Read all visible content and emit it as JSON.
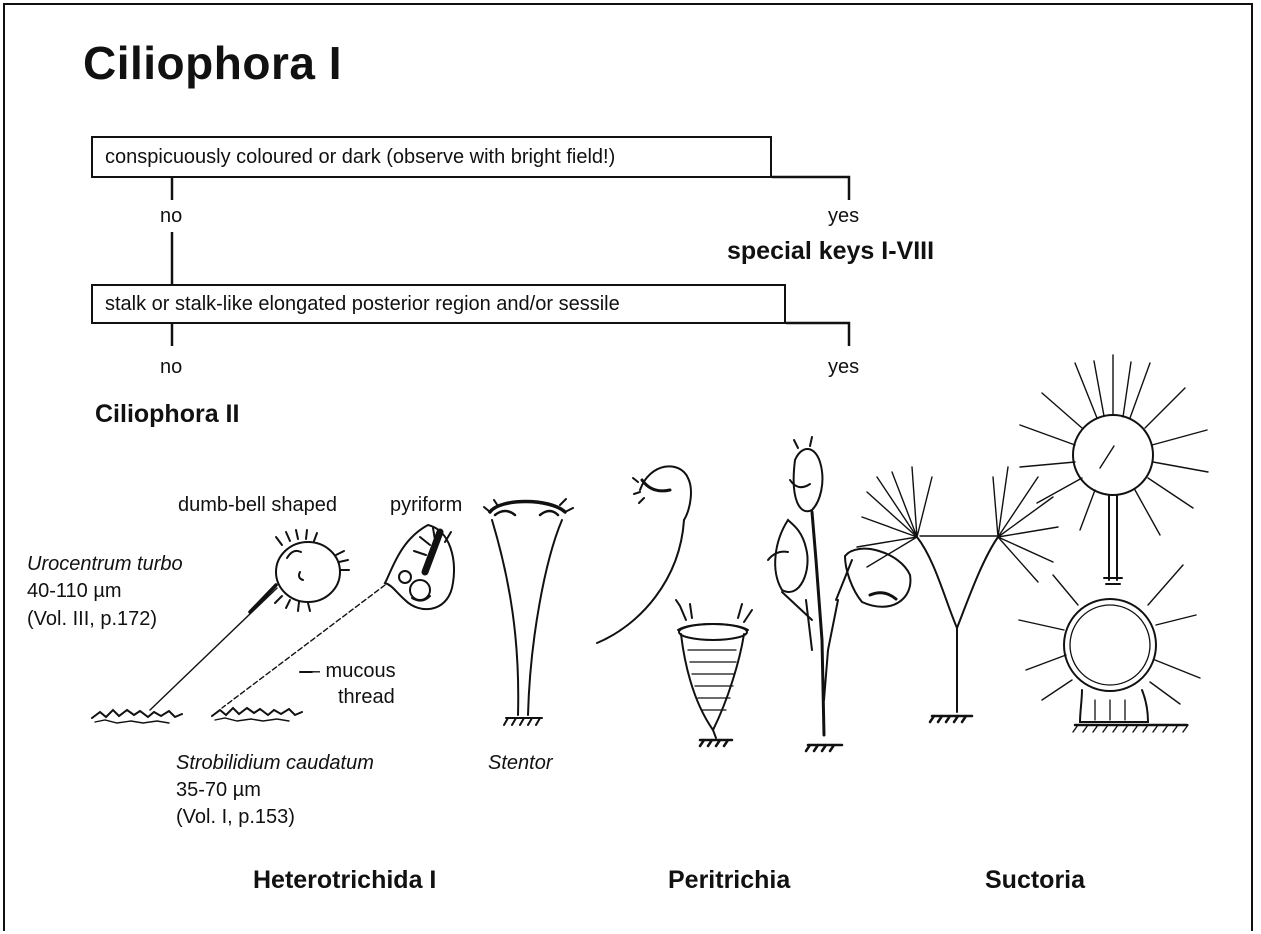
{
  "title": "Ciliophora I",
  "key": {
    "q1": "conspicuously coloured or dark (observe with bright field!)",
    "q1_no": "no",
    "q1_yes": "yes",
    "q1_yes_result": "special keys I-VIII",
    "q2": "stalk or stalk-like elongated posterior region and/or sessile",
    "q2_no": "no",
    "q2_yes": "yes",
    "q2_no_result": "Ciliophora II"
  },
  "illustrations": {
    "dumbbell": "dumb-bell shaped",
    "pyriform": "pyriform",
    "urocentrum_name": "Urocentrum turbo",
    "urocentrum_size": "40-110 µm",
    "urocentrum_ref": "(Vol. III, p.172)",
    "mucous_1": "— mucous",
    "mucous_2": "thread",
    "strobilidium_name": "Strobilidium caudatum",
    "strobilidium_size": "35-70 µm",
    "strobilidium_ref": "(Vol. I, p.153)",
    "stentor": "Stentor"
  },
  "groups": {
    "heterotrichida": "Heterotrichida I",
    "peritrichia": "Peritrichia",
    "suctoria": "Suctoria"
  }
}
